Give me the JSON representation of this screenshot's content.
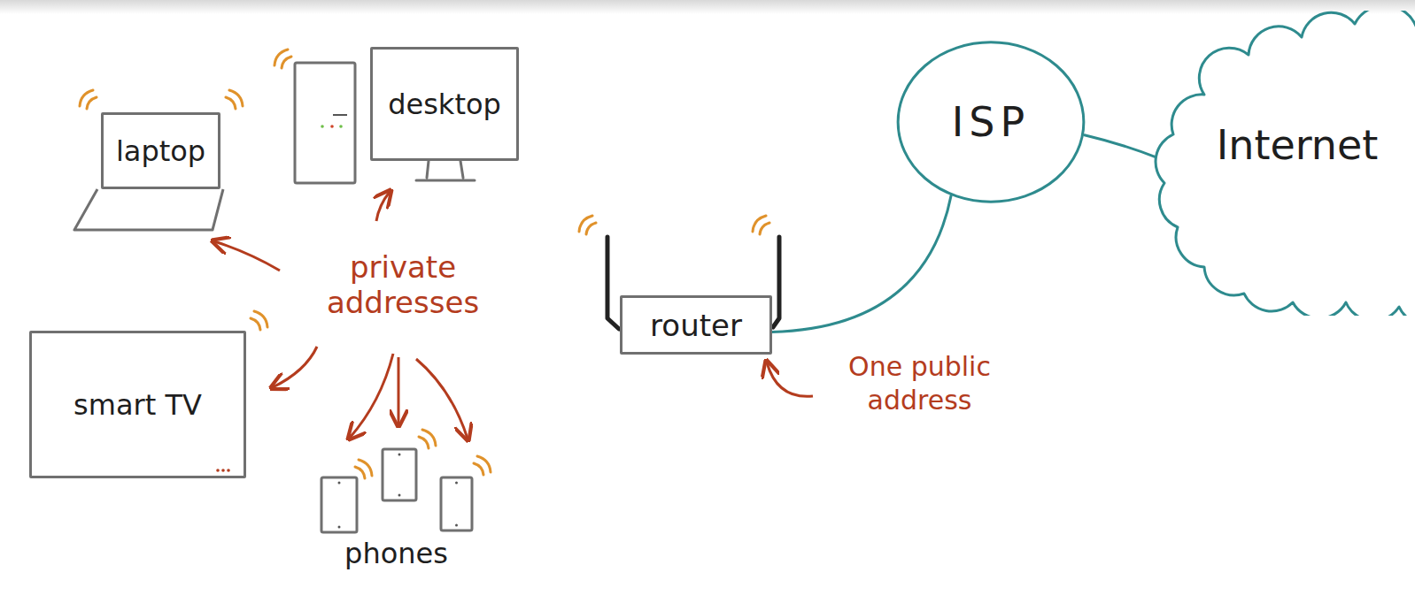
{
  "diagram": {
    "nodes": [
      {
        "text": [
          "laptop"
        ]
      },
      {
        "text": [
          "desktop"
        ]
      },
      {
        "text": [
          "smart TV"
        ]
      },
      {
        "text": [
          "phones"
        ]
      },
      {
        "text": [
          "router"
        ]
      },
      {
        "text": [
          "ISP"
        ]
      },
      {
        "text": [
          "Internet"
        ]
      }
    ],
    "edges": [
      {
        "from": 4,
        "to": 5,
        "arrow": "none"
      },
      {
        "from": 5,
        "to": 6,
        "arrow": "none"
      }
    ],
    "labels": [
      "private addresses",
      "One public address"
    ]
  }
}
